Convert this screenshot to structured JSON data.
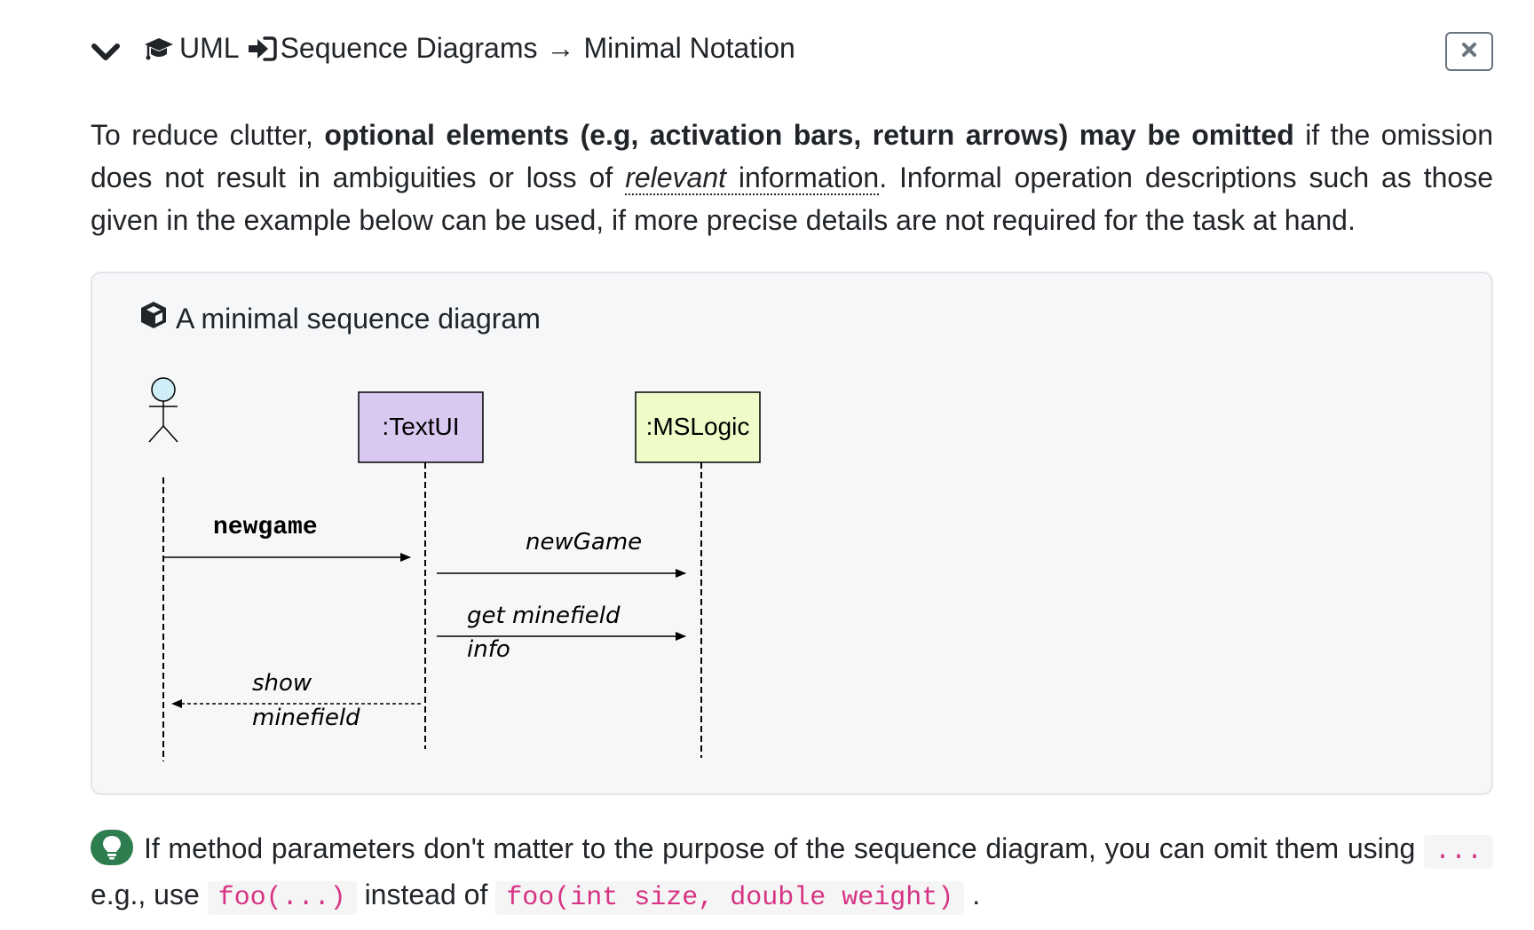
{
  "header": {
    "crumb_1": "UML",
    "crumb_2": "Sequence Diagrams",
    "arrow": "→",
    "crumb_3": "Minimal Notation",
    "icons": [
      "chevron-down-icon",
      "graduation-cap-icon",
      "sign-in-icon",
      "close-icon"
    ]
  },
  "paragraph": {
    "t1": "To reduce clutter, ",
    "bold": "optional elements (e.g, activation bars, return arrows) may be omitted",
    "t2": " if the omission does not result in ambiguities or loss of ",
    "relevant": "relevant",
    "information": " information",
    "t3": ". Informal operation descriptions such as those given in the example below can be used, if more precise details are not required for the task at hand."
  },
  "example": {
    "title": "A minimal sequence diagram",
    "icon": "cube-icon",
    "diagram": {
      "lifelines": [
        {
          "name": ":TextUI",
          "fill": "#d9c8ef"
        },
        {
          "name": ":MSLogic",
          "fill": "#eefcc8"
        }
      ],
      "actor": "stick-figure",
      "messages": {
        "m1": "newgame",
        "m2": "newGame",
        "m3_line1": "get minefield",
        "m3_line2": "info",
        "m4_line1": "show",
        "m4_line2": "minefield"
      }
    }
  },
  "tip": {
    "icon": "lightbulb-icon",
    "t1": "If method parameters don't matter to the purpose of the sequence diagram, you can omit them using ",
    "code1": "...",
    "t2": " e.g., use ",
    "code2": "foo(...)",
    "t3": " instead of ",
    "code3": "foo(int size, double weight)",
    "t4": " ."
  },
  "colors": {
    "accent_green": "#2e7d4f",
    "code_pink": "#d63384",
    "panel_bg": "#f6f7f9"
  }
}
